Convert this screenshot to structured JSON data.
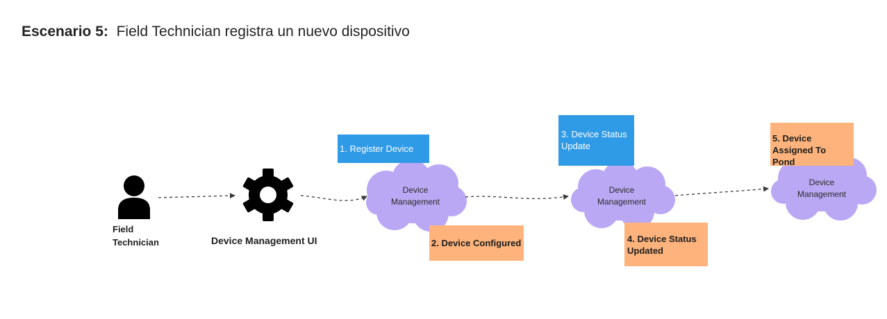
{
  "title": {
    "prefix": "Escenario 5:",
    "text": "Field Technician registra un nuevo dispositivo"
  },
  "actor": {
    "icon": "person-icon",
    "label_line1": "Field",
    "label_line2": "Technician"
  },
  "ui_node": {
    "icon": "gear-icon",
    "label": "Device Management UI"
  },
  "clouds": [
    {
      "line1": "Device",
      "line2": "Management"
    },
    {
      "line1": "Device",
      "line2": "Management"
    },
    {
      "line1": "Device",
      "line2": "Management"
    }
  ],
  "notes": {
    "register": "1. Register Device",
    "configured": "2. Device Configured",
    "status_update": "3. Device Status Update",
    "status_updated": "4. Device Status Updated",
    "assigned": "5. Device Assigned To Pond"
  },
  "colors": {
    "cloud_fill": "#bba8f4",
    "blue_note": "#2f9ae6",
    "orange_note": "#fdb37b",
    "icon": "#000000",
    "arrow": "#3a3a3a"
  }
}
